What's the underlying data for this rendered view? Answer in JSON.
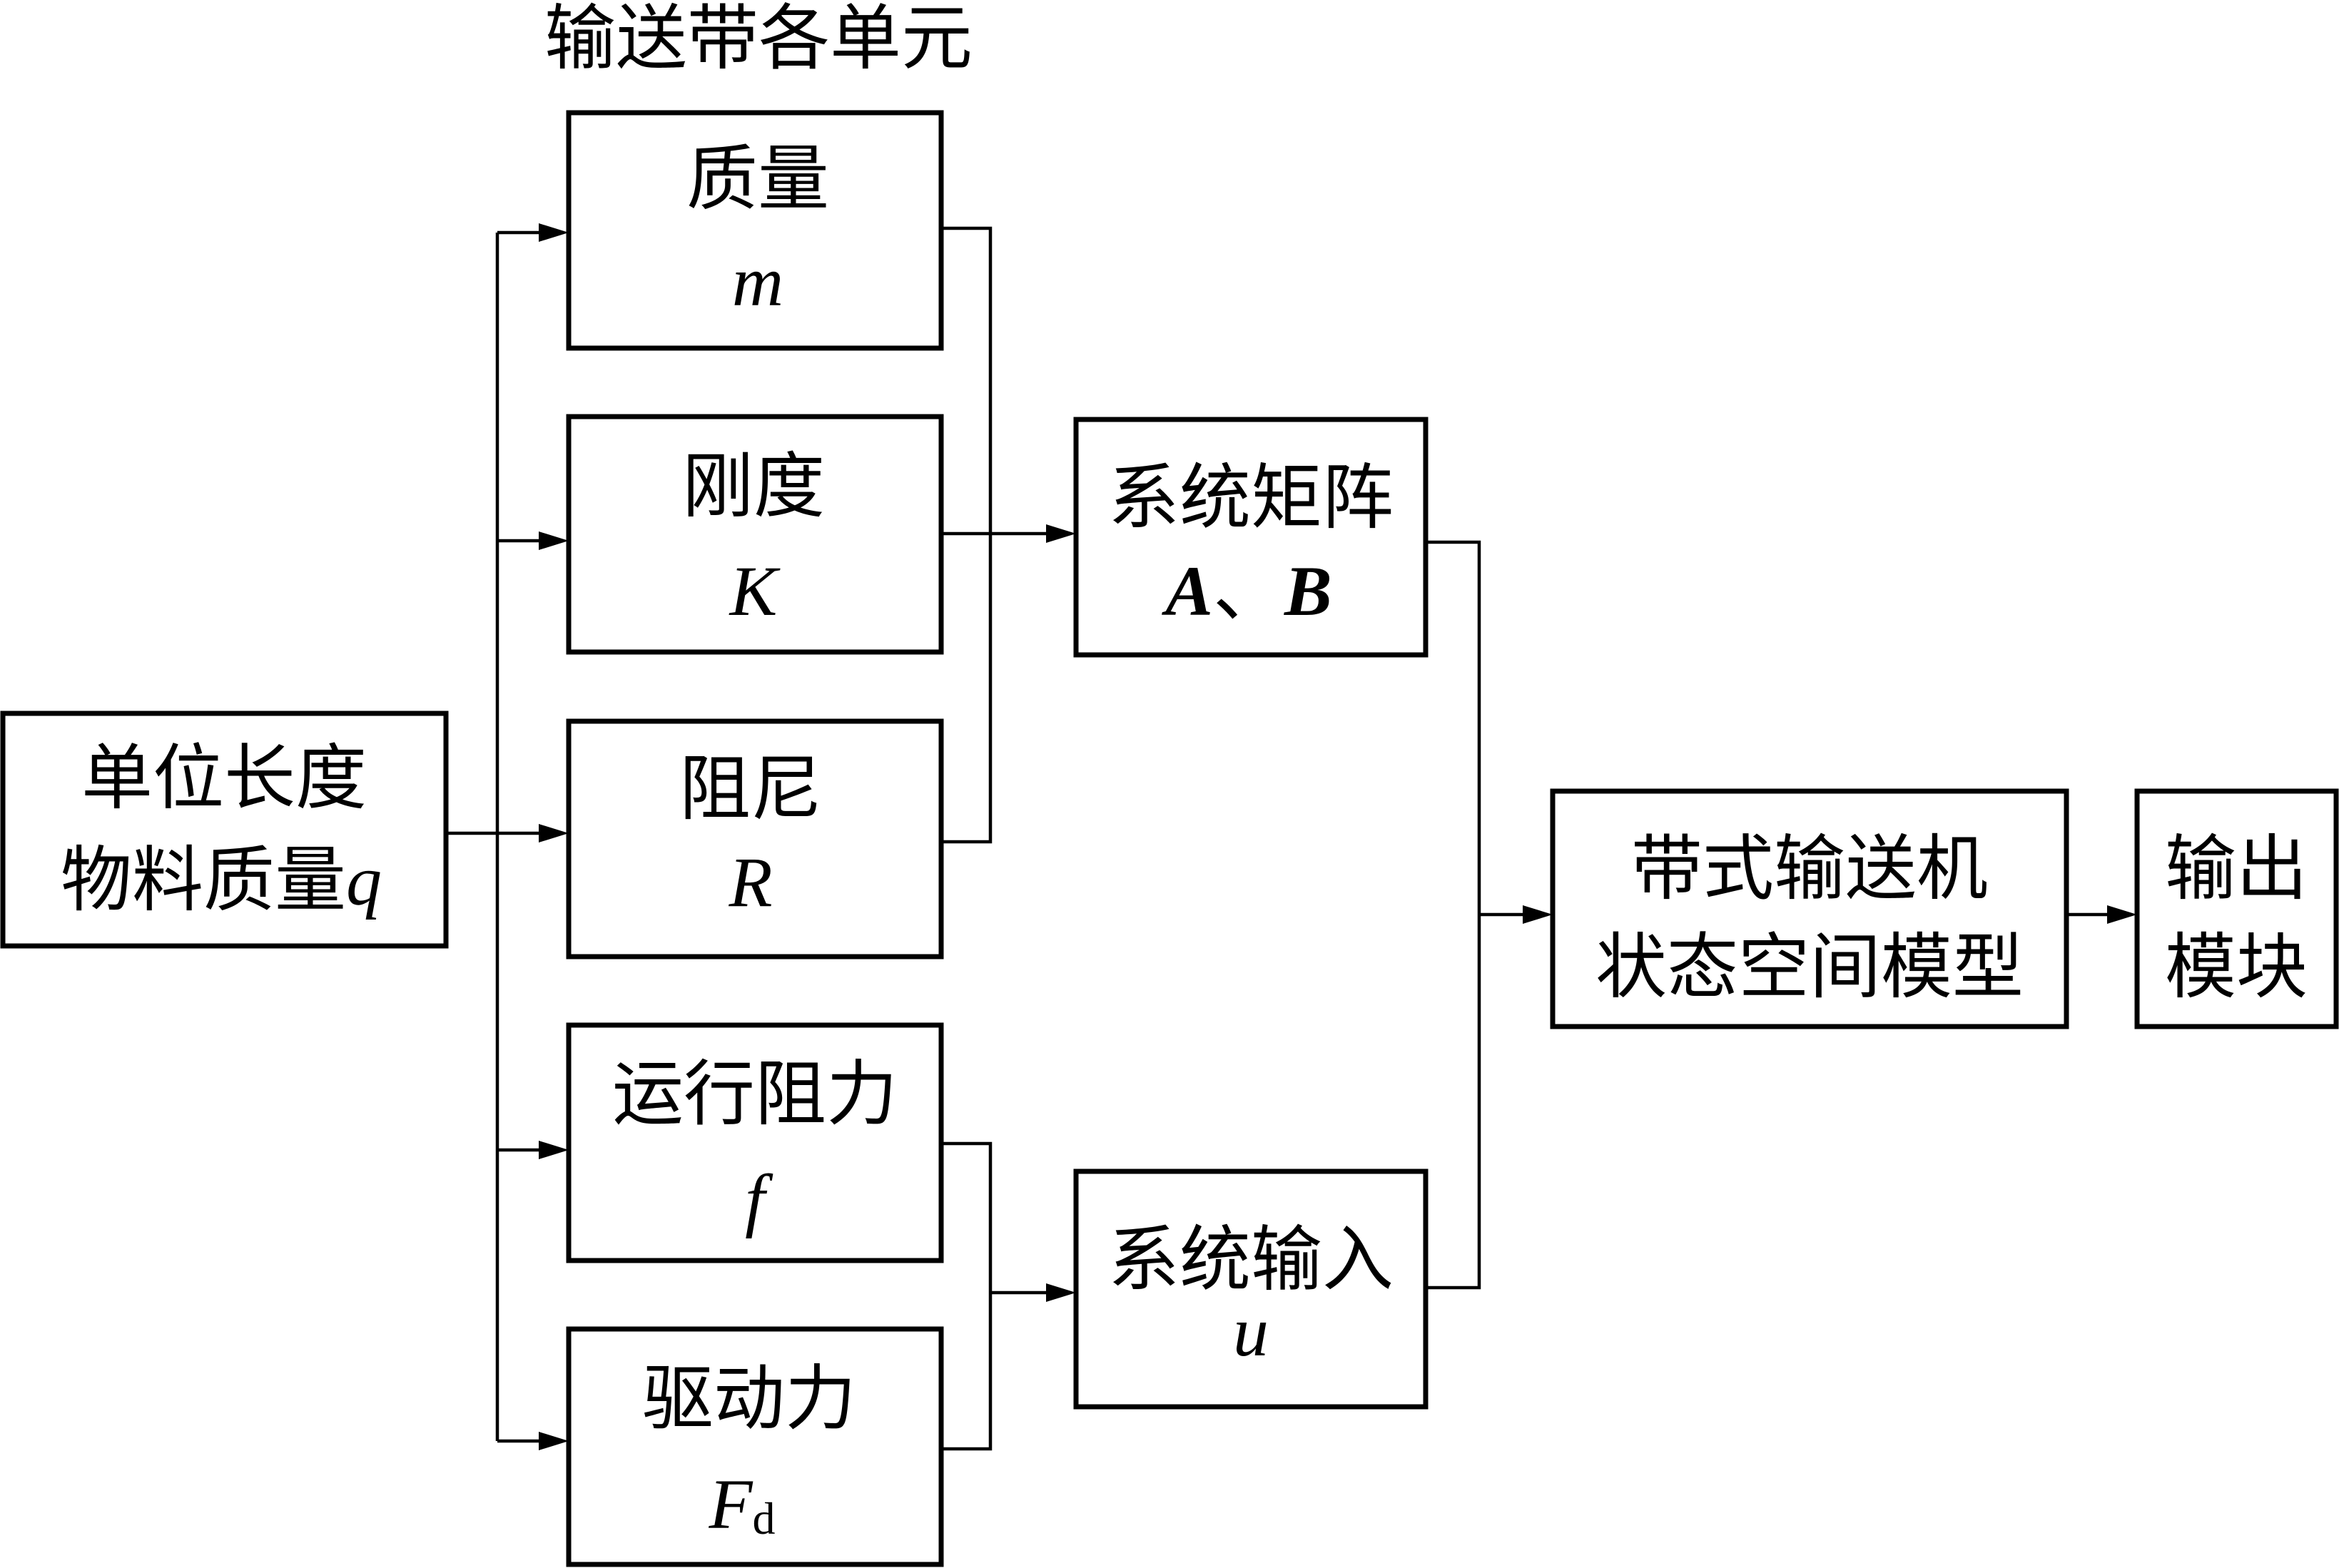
{
  "group_title": "输送带各单元",
  "input_block": {
    "line1": "单位长度",
    "line2_text": "物料质量",
    "line2_symbol": "q"
  },
  "units": [
    {
      "id": "mass",
      "label": "质量",
      "symbol": "m"
    },
    {
      "id": "stiffness",
      "label": "刚度",
      "symbol": "K"
    },
    {
      "id": "damping",
      "label": "阻尼",
      "symbol": "R"
    },
    {
      "id": "running-resistance",
      "label": "运行阻力",
      "symbol": "f"
    },
    {
      "id": "driving-force",
      "label": "驱动力",
      "symbol": "F",
      "subscript": "d"
    }
  ],
  "system_matrix": {
    "label": "系统矩阵",
    "symbol_a": "A",
    "separator": "、",
    "symbol_b": "B"
  },
  "system_input": {
    "label": "系统输入",
    "symbol": "u"
  },
  "state_space_model": {
    "line1": "带式输送机",
    "line2": "状态空间模型"
  },
  "output_module": {
    "line1": "输出",
    "line2": "模块"
  }
}
